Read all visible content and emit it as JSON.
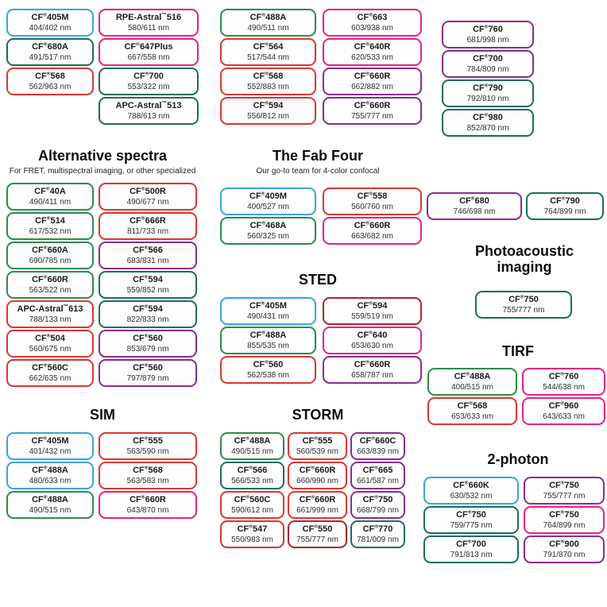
{
  "palette": {
    "blue": "#3aa6dd",
    "green": "#2e8b50",
    "teal": "#1d6e60",
    "red": "#da3832",
    "pink": "#e62383",
    "purple": "#8c2d8f",
    "darkred": "#a62834"
  },
  "sections": {
    "top_left": {
      "col1": [
        {
          "name": "CF®405M",
          "ex_em": "404/402 nm",
          "color": "blue"
        },
        {
          "name": "CF®680A",
          "ex_em": "491/517 nm",
          "color": "teal"
        },
        {
          "name": "CF®568",
          "ex_em": "562/963 nm",
          "color": "red"
        }
      ],
      "col2": [
        {
          "name": "RPE-Astral™516",
          "ex_em": "580/611 nm",
          "color": "pink"
        },
        {
          "name": "CF®647Plus",
          "ex_em": "667/558 nm",
          "color": "pink"
        },
        {
          "name": "CF®700",
          "ex_em": "553/322 nm",
          "color": "teal"
        },
        {
          "name": "APC-Astral™513",
          "ex_em": "788/613 nm",
          "color": "teal"
        }
      ]
    },
    "top_mid": {
      "col1": [
        {
          "name": "CF®488A",
          "ex_em": "490/511 nm",
          "color": "green"
        },
        {
          "name": "CF®564",
          "ex_em": "517/544 nm",
          "color": "red"
        },
        {
          "name": "CF®568",
          "ex_em": "552/883 nm",
          "color": "red"
        },
        {
          "name": "CF®594",
          "ex_em": "556/812 nm",
          "color": "red"
        }
      ],
      "col2": [
        {
          "name": "CF®663",
          "ex_em": "603/938 nm",
          "color": "pink"
        },
        {
          "name": "CF®640R",
          "ex_em": "620/533 nm",
          "color": "pink"
        },
        {
          "name": "CF®660R",
          "ex_em": "662/882 nm",
          "color": "purple"
        },
        {
          "name": "CF®660R",
          "ex_em": "755/777 nm",
          "color": "purple"
        }
      ]
    },
    "top_right": {
      "col1": [
        {
          "name": "CF®760",
          "ex_em": "681/998 nm",
          "color": "purple"
        },
        {
          "name": "CF®700",
          "ex_em": "784/809 nm",
          "color": "purple"
        },
        {
          "name": "CF®790",
          "ex_em": "792/810 nm",
          "color": "teal"
        },
        {
          "name": "CF®980",
          "ex_em": "852/870 nm",
          "color": "teal"
        }
      ]
    },
    "alternative_spectra": {
      "title": "Alternative spectra",
      "subtitle": "For FRET, multispectral imaging, or other specialized",
      "col1": [
        {
          "name": "CF®40A",
          "ex_em": "490/411 nm",
          "color": "green"
        },
        {
          "name": "CF®514",
          "ex_em": "617/532 nm",
          "color": "green"
        },
        {
          "name": "CF®660A",
          "ex_em": "690/785 nm",
          "color": "green"
        },
        {
          "name": "CF®660R",
          "ex_em": "563/522 nm",
          "color": "green"
        },
        {
          "name": "APC-Astral™613",
          "ex_em": "788/133 nm",
          "color": "red"
        },
        {
          "name": "CF®504",
          "ex_em": "560/675 nm",
          "color": "red"
        },
        {
          "name": "CF®560C",
          "ex_em": "662/635 nm",
          "color": "red"
        }
      ],
      "col2": [
        {
          "name": "CF®500R",
          "ex_em": "490/677 nm",
          "color": "red"
        },
        {
          "name": "CF®666R",
          "ex_em": "811/733 nm",
          "color": "red"
        },
        {
          "name": "CF®566",
          "ex_em": "683/831 nm",
          "color": "purple"
        },
        {
          "name": "CF®594",
          "ex_em": "559/852 nm",
          "color": "teal"
        },
        {
          "name": "CF®594",
          "ex_em": "822/833 nm",
          "color": "teal"
        },
        {
          "name": "CF®560",
          "ex_em": "853/679 nm",
          "color": "purple"
        },
        {
          "name": "CF®560",
          "ex_em": "797/879 nm",
          "color": "purple"
        }
      ]
    },
    "fab_four": {
      "title": "The Fab Four",
      "subtitle": "Our go-to team for 4-color confocal",
      "col1": [
        {
          "name": "CF®409M",
          "ex_em": "400/527 nm",
          "color": "blue"
        },
        {
          "name": "CF®468A",
          "ex_em": "560/325 nm",
          "color": "green"
        }
      ],
      "col2": [
        {
          "name": "CF®558",
          "ex_em": "560/760 nm",
          "color": "red"
        },
        {
          "name": "CF®660R",
          "ex_em": "663/682 nm",
          "color": "pink"
        }
      ]
    },
    "nir_pair": {
      "col1": [
        {
          "name": "CF®680",
          "ex_em": "746/698 nm",
          "color": "purple"
        }
      ],
      "col2": [
        {
          "name": "CF®790",
          "ex_em": "764/899 nm",
          "color": "teal"
        }
      ]
    },
    "photoacoustic": {
      "title": "Photoacoustic imaging",
      "col1": [
        {
          "name": "CF®750",
          "ex_em": "755/777 nm",
          "color": "teal"
        }
      ]
    },
    "sted": {
      "title": "STED",
      "col1": [
        {
          "name": "CF®405M",
          "ex_em": "490/431 nm",
          "color": "blue"
        },
        {
          "name": "CF®488A",
          "ex_em": "855/535 nm",
          "color": "green"
        },
        {
          "name": "CF®560",
          "ex_em": "562/538 nm",
          "color": "red"
        }
      ],
      "col2": [
        {
          "name": "CF®594",
          "ex_em": "559/519 nm",
          "color": "darkred"
        },
        {
          "name": "CF®640",
          "ex_em": "653/630 nm",
          "color": "pink"
        },
        {
          "name": "CF®660R",
          "ex_em": "658/787 nm",
          "color": "purple"
        }
      ]
    },
    "tirf": {
      "title": "TIRF",
      "col1": [
        {
          "name": "CF®488A",
          "ex_em": "400/515 nm",
          "color": "green"
        },
        {
          "name": "CF®568",
          "ex_em": "653/633 nm",
          "color": "red"
        }
      ],
      "col2": [
        {
          "name": "CF®760",
          "ex_em": "544/638 nm",
          "color": "pink"
        },
        {
          "name": "CF®960",
          "ex_em": "643/633 nm",
          "color": "pink"
        }
      ]
    },
    "sim": {
      "title": "SIM",
      "col1": [
        {
          "name": "CF®405M",
          "ex_em": "401/432 nm",
          "color": "blue"
        },
        {
          "name": "CF®488A",
          "ex_em": "480/633 nm",
          "color": "blue"
        },
        {
          "name": "CF®488A",
          "ex_em": "490/515 nm",
          "color": "green"
        }
      ],
      "col2": [
        {
          "name": "CF®555",
          "ex_em": "563/590 nm",
          "color": "red"
        },
        {
          "name": "CF®568",
          "ex_em": "563/583 nm",
          "color": "red"
        },
        {
          "name": "CF®660R",
          "ex_em": "643/870 nm",
          "color": "pink"
        }
      ]
    },
    "storm": {
      "title": "STORM",
      "col1": [
        {
          "name": "CF®488A",
          "ex_em": "490/515 nm",
          "color": "green"
        },
        {
          "name": "CF®566",
          "ex_em": "566/533 nm",
          "color": "teal"
        },
        {
          "name": "CF®560C",
          "ex_em": "590/612 nm",
          "color": "red"
        },
        {
          "name": "CF®547",
          "ex_em": "550/983 nm",
          "color": "red"
        }
      ],
      "col2": [
        {
          "name": "CF®555",
          "ex_em": "560/539 nm",
          "color": "red"
        },
        {
          "name": "CF®660R",
          "ex_em": "660/990 nm",
          "color": "red"
        },
        {
          "name": "CF®660R",
          "ex_em": "661/999 nm",
          "color": "red"
        },
        {
          "name": "CF®550",
          "ex_em": "755/777 nm",
          "color": "darkred"
        }
      ],
      "col3": [
        {
          "name": "CF®660C",
          "ex_em": "663/839 nm",
          "color": "purple"
        },
        {
          "name": "CF®665",
          "ex_em": "661/587 nm",
          "color": "purple"
        },
        {
          "name": "CF®750",
          "ex_em": "668/799 nm",
          "color": "purple"
        },
        {
          "name": "CF®770",
          "ex_em": "781/009 nm",
          "color": "teal"
        }
      ]
    },
    "two_photon": {
      "title": "2-photon",
      "col1": [
        {
          "name": "CF®660K",
          "ex_em": "630/532 nm",
          "color": "blue"
        },
        {
          "name": "CF®750",
          "ex_em": "759/775 nm",
          "color": "teal"
        },
        {
          "name": "CF®700",
          "ex_em": "791/813 nm",
          "color": "teal"
        }
      ],
      "col2": [
        {
          "name": "CF®750",
          "ex_em": "755/777 nm",
          "color": "purple"
        },
        {
          "name": "CF®750",
          "ex_em": "764/899 nm",
          "color": "pink"
        },
        {
          "name": "CF®900",
          "ex_em": "791/870 nm",
          "color": "purple"
        }
      ]
    }
  }
}
